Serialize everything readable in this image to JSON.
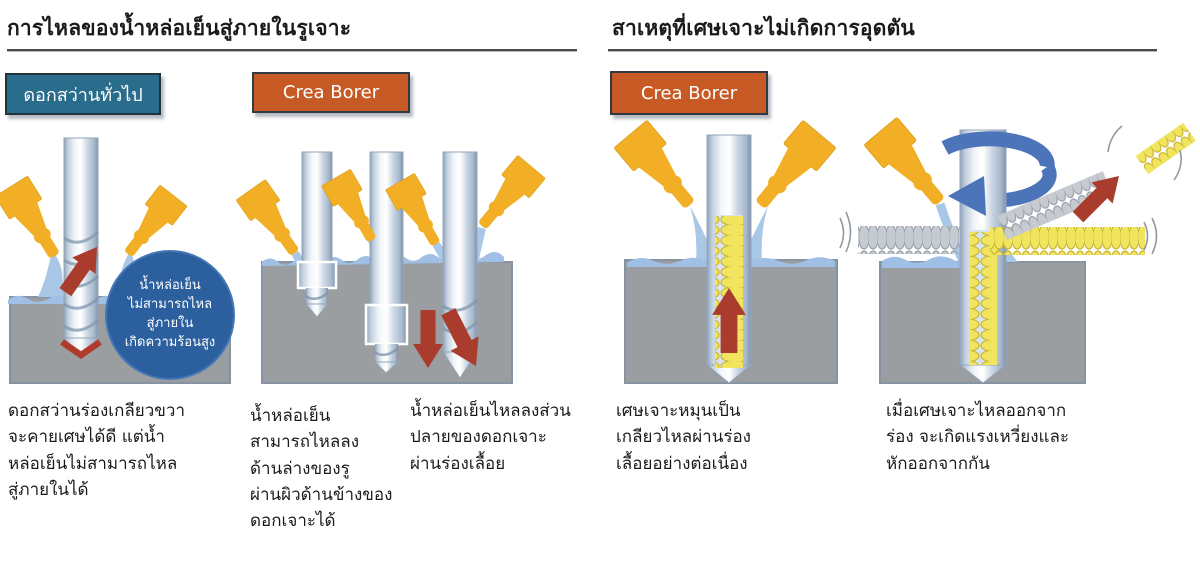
{
  "sections": {
    "left": {
      "title": "การไหลของน้ำหล่อเย็นสู่ภายในรูเจาะ"
    },
    "right": {
      "title": "สาเหตุที่เศษเจาะไม่เกิดการอุดตัน"
    }
  },
  "badges": {
    "generic_drill": "ดอกสว่านทั่วไป",
    "crea_borer_left": "Crea Borer",
    "crea_borer_right": "Crea Borer"
  },
  "callout": {
    "text": "น้ำหล่อเย็น\nไม่สามารถไหล\nสู่ภายใน\nเกิดความร้อนสูง"
  },
  "captions": {
    "generic_drill": "ดอกสว่านร่องเกลียวขวา\nจะคายเศษได้ดี แต่น้ำ\nหล่อเย็นไม่สามารถไหล\nสู่ภายในได้",
    "crea_side_flow": "น้ำหล่อเย็น\nสามารถไหลลง\nด้านล่างของรู\nผ่านผิวด้านข้างของ\nดอกเจาะได้",
    "crea_tip_flow": "น้ำหล่อเย็นไหลลงส่วน\nปลายของดอกเจาะ\nผ่านร่องเลื้อย",
    "chip_spiral": "เศษเจาะหมุนเป็น\nเกลียวไหลผ่านร่อง\nเลื้อยอย่างต่อเนื่อง",
    "chip_break": "เมื่อเศษเจาะไหลออกจาก\nร่อง จะเกิดแรงเหวี่ยงและ\nหักออกจากกัน"
  },
  "icons": {
    "coolant-nozzle-icon": "yellow coolant spray nozzle",
    "drill-icon": "metallic drill bit",
    "workpiece-block": "gray workpiece with drilled hole",
    "coolant-flow": "light blue coolant stream and surface pool",
    "chip-coil-yellow": "yellow spiral drill chip",
    "chip-coil-gray": "gray spiral drill chip",
    "up-arrow-icon": "red direction arrow",
    "down-arrow-icon": "red downward flow arrow",
    "rotation-arrow-icon": "blue rotation arrow around drill",
    "vibration-marks": "vibration arc marks",
    "heat-chevron": "red chevron under drill tip"
  },
  "colors": {
    "badge_teal": "#2a6c8b",
    "badge_orange": "#c75a24",
    "callout_blue": "#2c5f9e",
    "nozzle_yellow": "#f2af25",
    "chip_yellow": "#f1e45f",
    "chip_gray": "#c6cad1",
    "arrow_red": "#a93c2c",
    "rotation_blue": "#4c74b8",
    "coolant_blue": "#a9c7e6",
    "workpiece_gray": "#9b9ea1"
  }
}
